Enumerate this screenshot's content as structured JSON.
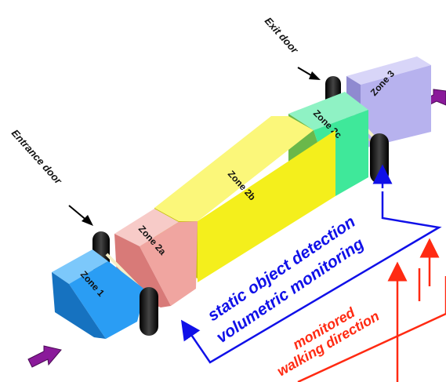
{
  "labels": {
    "entrance_door": "Entrance door",
    "exit_door": "Exit door",
    "zone1": "Zone 1",
    "zone2a": "Zone 2a",
    "zone2b": "Zone 2b",
    "zone2c": "Zone 2c",
    "zone3": "Zone 3",
    "blue_line1": "static object detection",
    "blue_line2": "volumetric monitoring",
    "red_line1": "monitored",
    "red_line2": "walking direction"
  },
  "colors": {
    "zone1": "#2a9df4",
    "zone2a": "#f0a5a0",
    "zone2b": "#f4ef1c",
    "zone2c": "#3fe89a",
    "zone3": "#b7b2ee",
    "blue_annotation": "#1010e8",
    "red_annotation": "#ff2a12",
    "walk_arrow": "#8a1a9a"
  }
}
